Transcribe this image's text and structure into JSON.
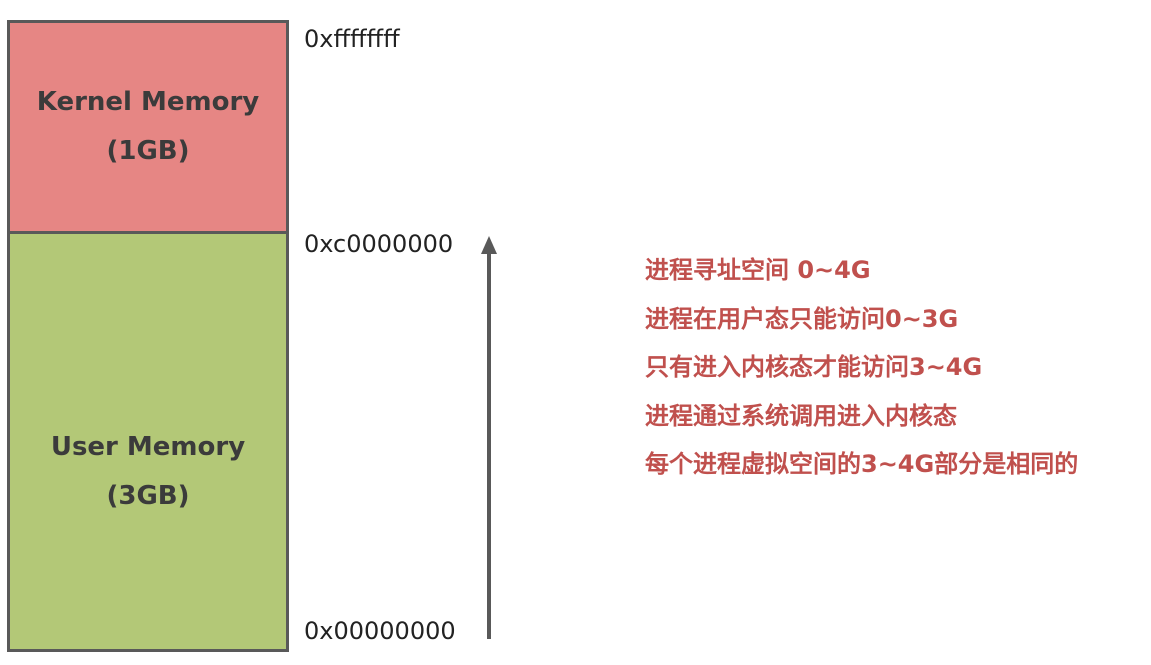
{
  "segments": {
    "kernel": {
      "label": "Kernel Memory",
      "size": "(1GB)",
      "color": "#e68684"
    },
    "user": {
      "label": "User Memory",
      "size": "(3GB)",
      "color": "#b3c877"
    }
  },
  "addresses": {
    "top": "0xffffffff",
    "mid": "0xc0000000",
    "bottom": "0x00000000"
  },
  "notes": {
    "color": "#c0504d",
    "lines": [
      "进程寻址空间 0~4G",
      "进程在用户态只能访问0~3G",
      "只有进入内核态才能访问3~4G",
      "进程通过系统调用进入内核态",
      "每个进程虚拟空间的3~4G部分是相同的"
    ]
  },
  "arrow_color": "#595959",
  "border_color": "#595959"
}
